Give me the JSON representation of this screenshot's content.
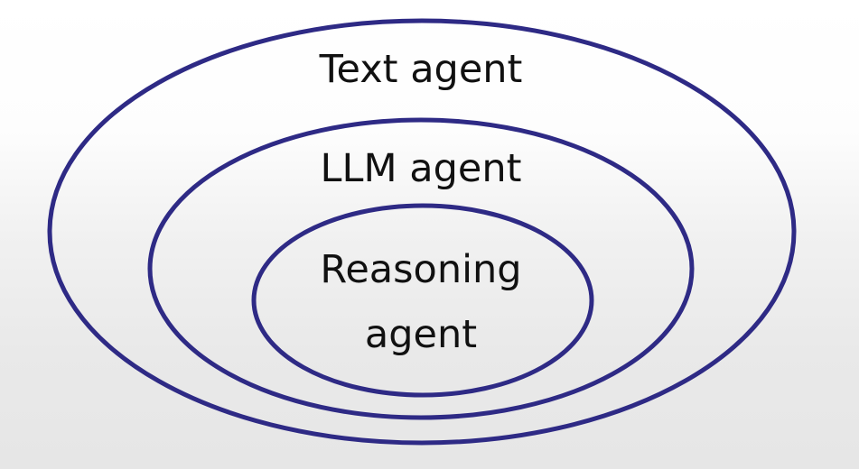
{
  "diagram": {
    "stroke_color": "#2e2a85",
    "text_color": "#111111",
    "rings": [
      {
        "name": "outer-ring",
        "label": "Text agent"
      },
      {
        "name": "middle-ring",
        "label": "LLM agent"
      },
      {
        "name": "inner-ring",
        "label_lines": [
          "Reasoning",
          "agent"
        ]
      }
    ]
  }
}
